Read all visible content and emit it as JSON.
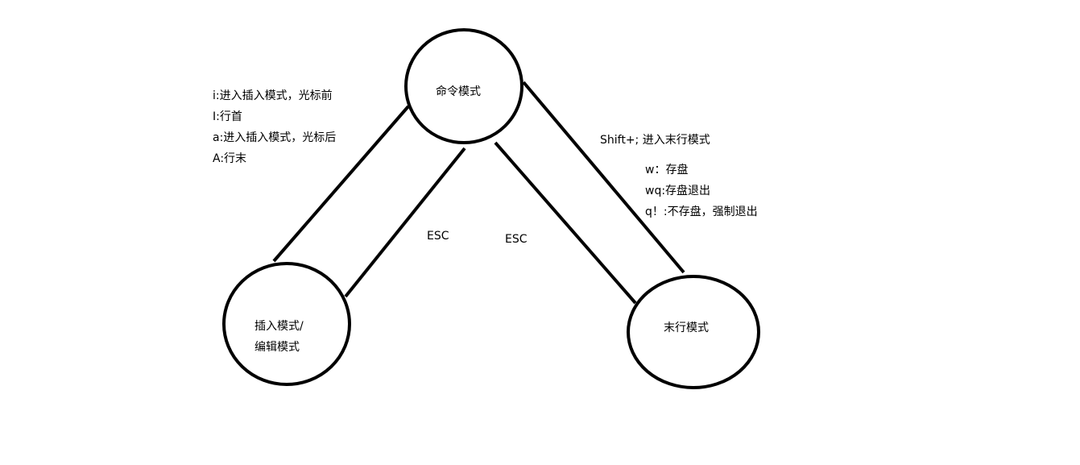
{
  "nodes": {
    "command": {
      "label": "命令模式"
    },
    "insert": {
      "label_line1": "插入模式/",
      "label_line2": "编辑模式"
    },
    "lastline": {
      "label": "末行模式"
    }
  },
  "edges": {
    "command_to_insert": {
      "notes": [
        "i:进入插入模式，光标前",
        "I:行首",
        "a:进入插入模式，光标后",
        "A:行末"
      ]
    },
    "insert_to_command": {
      "label": "ESC"
    },
    "lastline_to_command": {
      "label": "ESC"
    },
    "command_to_lastline": {
      "label": "Shift+;  进入末行模式",
      "notes": [
        "w：存盘",
        "wq:存盘退出",
        "q！:不存盘，强制退出"
      ]
    }
  }
}
